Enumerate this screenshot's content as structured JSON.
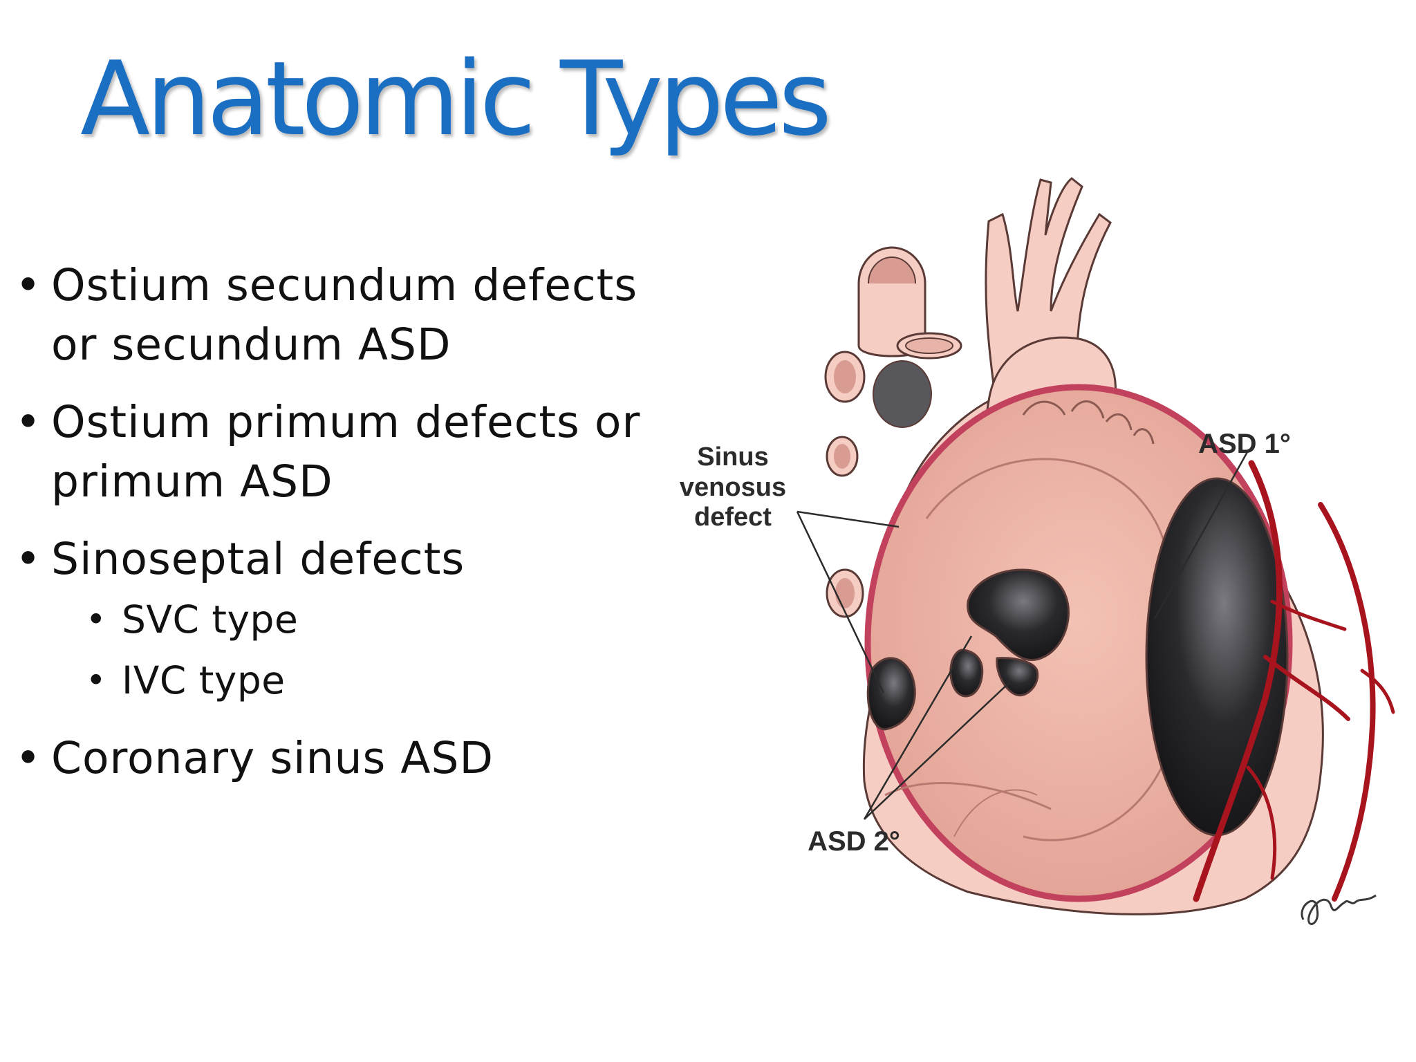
{
  "slide": {
    "title": "Anatomic Types",
    "bullets": [
      {
        "text_line1": "Ostium secundum defects",
        "text_line2": "or secundum ASD"
      },
      {
        "text_line1": "Ostium primum defects or",
        "text_line2": "primum ASD"
      },
      {
        "text_line1": "Sinoseptal defects",
        "sub_items": [
          "SVC type",
          "IVC type"
        ]
      },
      {
        "text_line1": "Coronary sinus ASD"
      }
    ]
  },
  "figure": {
    "labels": {
      "sinus_venosus_line1": "Sinus",
      "sinus_venosus_line2": "venosus",
      "sinus_venosus_line3": "defect",
      "asd_primum": "ASD 1°",
      "asd_secundum": "ASD 2°"
    },
    "colors": {
      "title": "#1b6fc2",
      "heart_fill": "#f6cdc2",
      "heart_outline": "#5a3a36",
      "septum_rim": "#c2425e",
      "coronary_artery": "#a8141e",
      "defect_dark": "#1c1c1e"
    }
  }
}
